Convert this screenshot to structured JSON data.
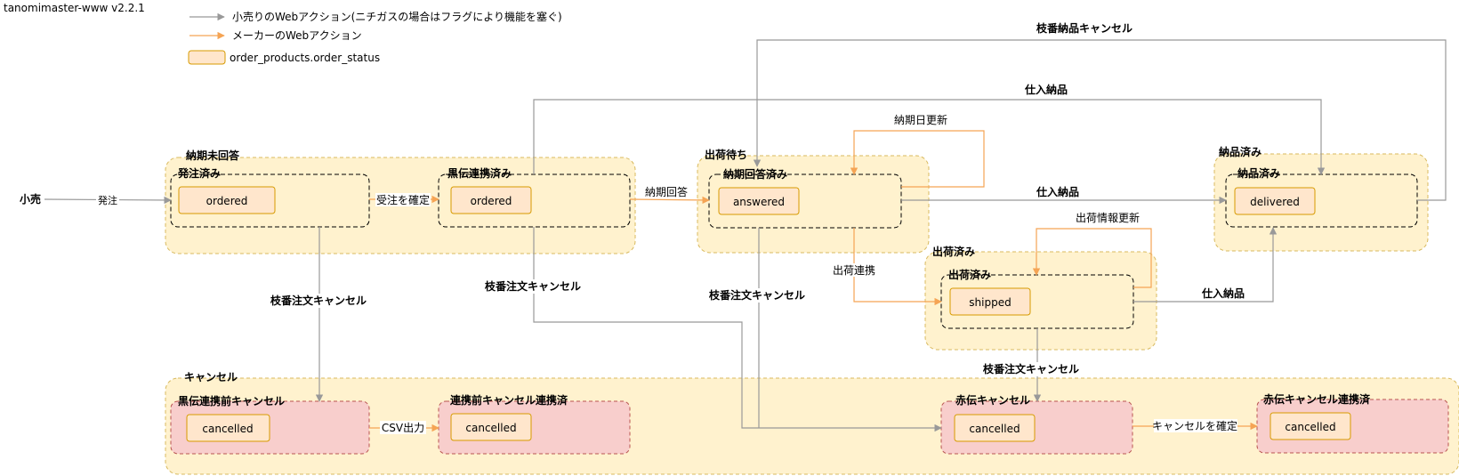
{
  "version_label": "tanomimaster-www v2.2.1",
  "legend": {
    "gray_arrow_label": "小売りのWebアクション(ニチガスの場合はフラグにより機能を塞ぐ)",
    "orange_arrow_label": "メーカーのWebアクション",
    "box_label": "order_products.order_status",
    "colors": {
      "gray": "#999999",
      "orange": "#f5a454",
      "box_fill": "#ffe6cc",
      "box_border": "#d79b00"
    }
  },
  "actor": {
    "label": "小売"
  },
  "groups": {
    "nouki_mikaitou": "納期未回答",
    "shukka_machi": "出荷待ち",
    "shukka_zumi": "出荷済み",
    "nouhin_zumi": "納品済み",
    "cancel": "キャンセル"
  },
  "states": {
    "hacchu_zumi": {
      "title": "発注済み",
      "status": "ordered"
    },
    "kuroden_renkei_zumi": {
      "title": "黒伝連携済み",
      "status": "ordered"
    },
    "nouki_kaitou_zumi": {
      "title": "納期回答済み",
      "status": "answered"
    },
    "shukka_zumi": {
      "title": "出荷済み",
      "status": "shipped"
    },
    "nouhin_zumi": {
      "title": "納品済み",
      "status": "delivered"
    },
    "kuroden_renkei_mae_cancel": {
      "title": "黒伝連携前キャンセル",
      "status": "cancelled"
    },
    "renkei_mae_cancel_renkei_zumi": {
      "title": "連携前キャンセル連携済",
      "status": "cancelled"
    },
    "akaden_cancel": {
      "title": "赤伝キャンセル",
      "status": "cancelled"
    },
    "akaden_cancel_renkei_zumi": {
      "title": "赤伝キャンセル連携済",
      "status": "cancelled"
    }
  },
  "edges": {
    "hacchu": "発注",
    "juchu_kakutei": "受注を確定",
    "nouki_kaitou": "納期回答",
    "noukibi_koushin": "納期日更新",
    "shiire_nouhin_top": "仕入納品",
    "edaban_nouhin_cancel": "枝番納品キャンセル",
    "shiire_nouhin_mid": "仕入納品",
    "shukka_renkei": "出荷連携",
    "shukka_jouhou_koushin": "出荷情報更新",
    "shiire_nouhin_shipped": "仕入納品",
    "edaban_chumon_cancel_1": "枝番注文キャンセル",
    "edaban_chumon_cancel_2": "枝番注文キャンセル",
    "edaban_chumon_cancel_3": "枝番注文キャンセル",
    "edaban_chumon_cancel_4": "枝番注文キャンセル",
    "csv_shutsuryoku": "CSV出力",
    "cancel_kakutei": "キャンセルを確定"
  }
}
